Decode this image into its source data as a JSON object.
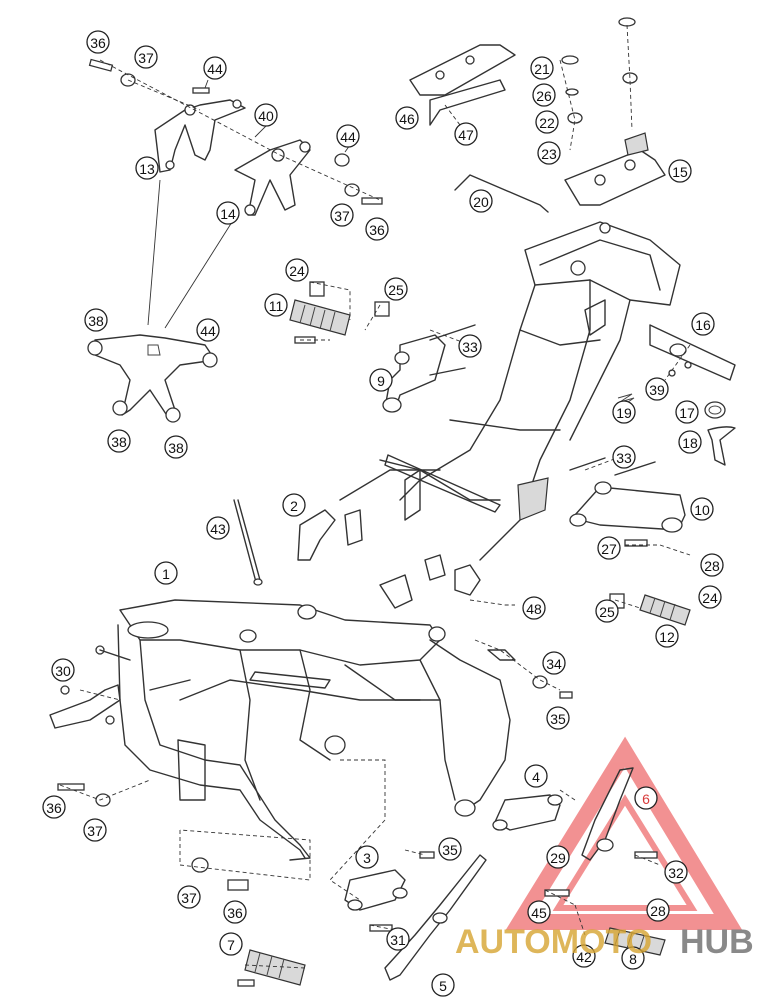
{
  "callouts": [
    {
      "id": "1",
      "label": "1",
      "red": false
    },
    {
      "id": "2",
      "label": "2",
      "red": false
    },
    {
      "id": "3",
      "label": "3",
      "red": false
    },
    {
      "id": "4",
      "label": "4",
      "red": false
    },
    {
      "id": "5",
      "label": "5",
      "red": false
    },
    {
      "id": "6",
      "label": "6",
      "red": true
    },
    {
      "id": "7",
      "label": "7",
      "red": false
    },
    {
      "id": "8",
      "label": "8",
      "red": false
    },
    {
      "id": "9",
      "label": "9",
      "red": false
    },
    {
      "id": "10",
      "label": "10",
      "red": false
    },
    {
      "id": "11",
      "label": "11",
      "red": false
    },
    {
      "id": "12",
      "label": "12",
      "red": false
    },
    {
      "id": "13",
      "label": "13",
      "red": false
    },
    {
      "id": "14",
      "label": "14",
      "red": false
    },
    {
      "id": "15",
      "label": "15",
      "red": false
    },
    {
      "id": "16",
      "label": "16",
      "red": false
    },
    {
      "id": "17",
      "label": "17",
      "red": false
    },
    {
      "id": "18",
      "label": "18",
      "red": false
    },
    {
      "id": "19",
      "label": "19",
      "red": false
    },
    {
      "id": "20",
      "label": "20",
      "red": false
    },
    {
      "id": "21",
      "label": "21",
      "red": false
    },
    {
      "id": "22",
      "label": "22",
      "red": false
    },
    {
      "id": "23",
      "label": "23",
      "red": false
    },
    {
      "id": "24a",
      "label": "24",
      "red": false
    },
    {
      "id": "24b",
      "label": "24",
      "red": false
    },
    {
      "id": "25a",
      "label": "25",
      "red": false
    },
    {
      "id": "25b",
      "label": "25",
      "red": false
    },
    {
      "id": "26",
      "label": "26",
      "red": false
    },
    {
      "id": "27",
      "label": "27",
      "red": false
    },
    {
      "id": "28a",
      "label": "28",
      "red": false
    },
    {
      "id": "28b",
      "label": "28",
      "red": false
    },
    {
      "id": "29",
      "label": "29",
      "red": false
    },
    {
      "id": "30",
      "label": "30",
      "red": false
    },
    {
      "id": "31",
      "label": "31",
      "red": false
    },
    {
      "id": "32",
      "label": "32",
      "red": false
    },
    {
      "id": "33a",
      "label": "33",
      "red": false
    },
    {
      "id": "33b",
      "label": "33",
      "red": false
    },
    {
      "id": "34",
      "label": "34",
      "red": false
    },
    {
      "id": "35a",
      "label": "35",
      "red": false
    },
    {
      "id": "35b",
      "label": "35",
      "red": false
    },
    {
      "id": "36a",
      "label": "36",
      "red": false
    },
    {
      "id": "36b",
      "label": "36",
      "red": false
    },
    {
      "id": "36c",
      "label": "36",
      "red": false
    },
    {
      "id": "36d",
      "label": "36",
      "red": false
    },
    {
      "id": "37a",
      "label": "37",
      "red": false
    },
    {
      "id": "37b",
      "label": "37",
      "red": false
    },
    {
      "id": "37c",
      "label": "37",
      "red": false
    },
    {
      "id": "37d",
      "label": "37",
      "red": false
    },
    {
      "id": "38a",
      "label": "38",
      "red": false
    },
    {
      "id": "38b",
      "label": "38",
      "red": false
    },
    {
      "id": "38c",
      "label": "38",
      "red": false
    },
    {
      "id": "39",
      "label": "39",
      "red": false
    },
    {
      "id": "40",
      "label": "40",
      "red": false
    },
    {
      "id": "42",
      "label": "42",
      "red": false
    },
    {
      "id": "43",
      "label": "43",
      "red": false
    },
    {
      "id": "44a",
      "label": "44",
      "red": false
    },
    {
      "id": "44b",
      "label": "44",
      "red": false
    },
    {
      "id": "44c",
      "label": "44",
      "red": false
    },
    {
      "id": "45",
      "label": "45",
      "red": false
    },
    {
      "id": "46",
      "label": "46",
      "red": false
    },
    {
      "id": "47",
      "label": "47",
      "red": false
    },
    {
      "id": "48",
      "label": "48",
      "red": false
    }
  ],
  "watermark": {
    "text_part1": "AUTOMOTO",
    "text_part2": "HUB",
    "color_red": "#e8393a",
    "color_gold": "#d7a531",
    "color_gray": "#7d7d7d"
  }
}
